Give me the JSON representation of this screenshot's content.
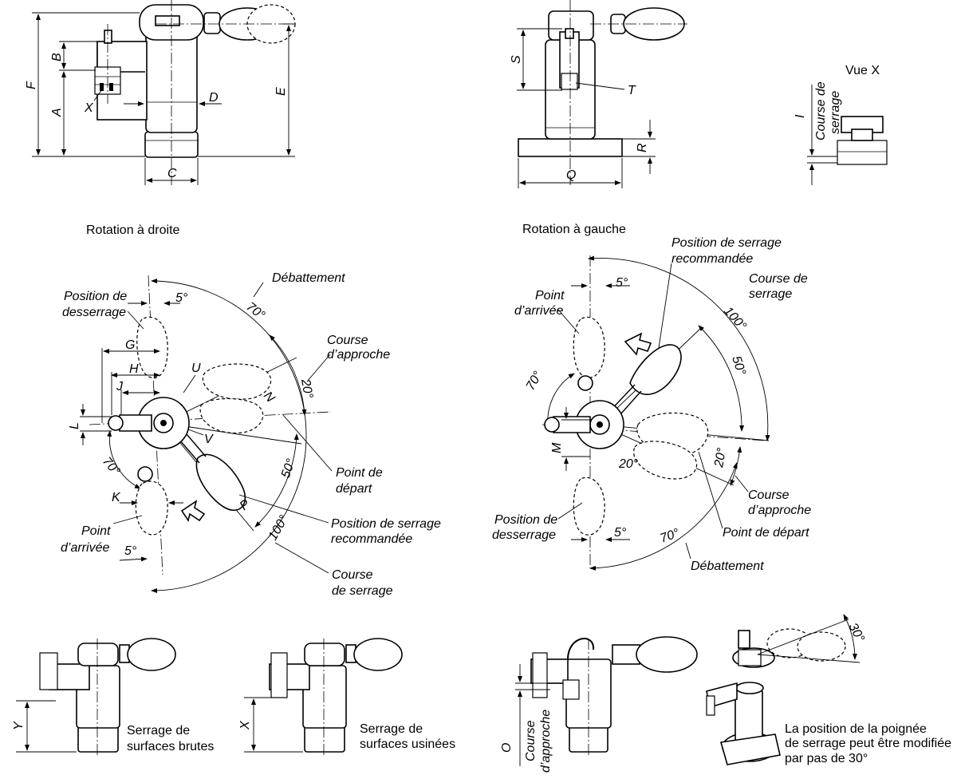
{
  "dimension_letters": {
    "F": "F",
    "B": "B",
    "A": "A",
    "X": "X",
    "D": "D",
    "E": "E",
    "C": "C",
    "S": "S",
    "T": "T",
    "R": "R",
    "Q": "Q",
    "I": "I",
    "G": "G",
    "H": "H",
    "J": "J",
    "U": "U",
    "L": "L",
    "N": "N",
    "V": "V",
    "K": "K",
    "P": "P",
    "M": "M",
    "Y": "Y",
    "O": "O"
  },
  "view_x": {
    "title": "Vue X",
    "course_line1": "Course de",
    "course_line2": "serrage"
  },
  "rotation_right": {
    "title": "Rotation à droite",
    "debattement": "Débattement",
    "deg70_top": "70°",
    "deg5_top": "5°",
    "position_desserrage_1": "Position de",
    "position_desserrage_2": "desserrage",
    "course_approche_1": "Course",
    "course_approche_2": "d’approche",
    "deg20": "20°",
    "point_depart_1": "Point de",
    "point_depart_2": "départ",
    "deg70_left": "70°",
    "deg50": "50°",
    "position_serrage_1": "Position de serrage",
    "position_serrage_2": "recommandée",
    "point_arrivee_1": "Point",
    "point_arrivee_2": "d’arrivée",
    "deg5_bottom": "5°",
    "deg100": "100°",
    "course_serrage_1": "Course",
    "course_serrage_2": "de serrage"
  },
  "rotation_left": {
    "title": "Rotation à gauche",
    "position_serrage_1": "Position de serrage",
    "position_serrage_2": "recommandée",
    "point_arrivee_1": "Point",
    "point_arrivee_2": "d’arrivée",
    "deg5_top": "5°",
    "course_serrage_1": "Course de",
    "course_serrage_2": "serrage",
    "deg100": "100°",
    "deg70_left": "70°",
    "deg50": "50°",
    "deg20_right": "20°",
    "deg20_inner": "20°",
    "course_approche_1": "Course",
    "course_approche_2": "d’approche",
    "position_desserrage_1": "Position de",
    "position_desserrage_2": "desserrage",
    "deg5_bottom": "5°",
    "point_depart": "Point de départ",
    "deg70_bottom": "70°",
    "debattement": "Débattement"
  },
  "bottom": {
    "brutes_1": "Serrage de",
    "brutes_2": "surfaces brutes",
    "usinees_1": "Serrage de",
    "usinees_2": "surfaces usinées",
    "course_approche_1": "Course",
    "course_approche_2": "d’approche",
    "deg30": "30°",
    "note_1": "La position de la poignée",
    "note_2": "de serrage peut être modifiée",
    "note_3": "par pas de 30°"
  }
}
